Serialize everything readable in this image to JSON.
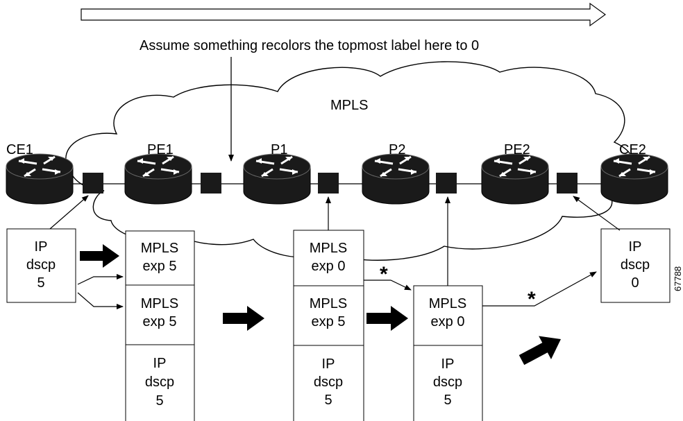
{
  "annotation": "Assume something recolors the topmost label here to 0",
  "cloud_label": "MPLS",
  "routers": [
    {
      "id": "ce1",
      "label": "CE1"
    },
    {
      "id": "pe1",
      "label": "PE1"
    },
    {
      "id": "p1",
      "label": "P1"
    },
    {
      "id": "p2",
      "label": "P2"
    },
    {
      "id": "pe2",
      "label": "PE2"
    },
    {
      "id": "ce2",
      "label": "CE2"
    }
  ],
  "packets": {
    "ingress_ip": [
      "IP",
      "dscp",
      "5"
    ],
    "pe1_stack": [
      [
        "MPLS",
        "exp 5"
      ],
      [
        "MPLS",
        "exp 5"
      ],
      [
        "IP",
        "dscp",
        "5"
      ]
    ],
    "p1_stack": [
      [
        "MPLS",
        "exp 0"
      ],
      [
        "MPLS",
        "exp 5"
      ],
      [
        "IP",
        "dscp",
        "5"
      ]
    ],
    "p2_stack": [
      [
        "MPLS",
        "exp 0"
      ],
      [
        "IP",
        "dscp",
        "5"
      ]
    ],
    "egress_ip": [
      "IP",
      "dscp",
      "0"
    ]
  },
  "marker": "*",
  "figure_number": "67788",
  "colors": {
    "stroke": "#000000",
    "background": "#ffffff",
    "router_body": "#1a1a1a"
  }
}
